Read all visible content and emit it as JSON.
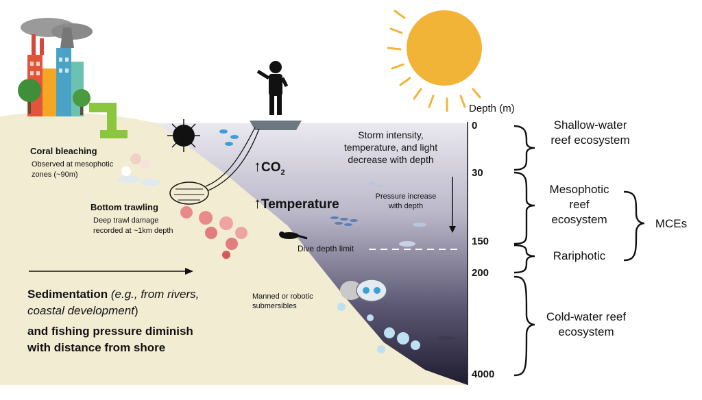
{
  "coast": {
    "coral_bleaching": {
      "title": "Coral bleaching",
      "line1": "Observed at mesophotic",
      "line2": "zones  (~90m)"
    },
    "bottom_trawling": {
      "title": "Bottom trawling",
      "line1": "Deep trawl damage",
      "line2": "recorded at ~1km depth"
    },
    "sedimentation": {
      "bold_lead": "Sedimentation",
      "italic_part": "(e.g., from rivers, coastal development",
      "paren_close": ")",
      "line3": "and fishing pressure diminish",
      "line4": "with distance from shore"
    }
  },
  "water": {
    "co2_prefix": "↑",
    "co2_label": "CO",
    "co2_sub": "2",
    "temp_prefix": "↑",
    "temp_label": "Temperature",
    "storm": {
      "line1": "Storm intensity,",
      "line2": "temperature, and light",
      "line3": "decrease with depth"
    },
    "pressure": {
      "line1": "Pressure increase",
      "line2": "with depth"
    },
    "dive_limit": "Dive depth limit",
    "submersibles": {
      "line1": "Manned or robotic",
      "line2": "submersibles"
    }
  },
  "depth_axis": {
    "title": "Depth (m)",
    "ticks": [
      "0",
      "30",
      "150",
      "200",
      "4000"
    ]
  },
  "zones": {
    "shallow": {
      "line1": "Shallow-water",
      "line2": "reef ecosystem"
    },
    "mesophotic": {
      "line1": "Mesophotic",
      "line2": "reef",
      "line3": "ecosystem"
    },
    "rariphotic": "Rariphotic",
    "mces": "MCEs",
    "cold": {
      "line1": "Cold-water reef",
      "line2": "ecosystem"
    }
  },
  "colors": {
    "sand": "#f2ecd3",
    "water_top": "#e6e4ec",
    "water_bottom": "#262338",
    "sun": "#f1b436",
    "pipe": "#8cc63f"
  }
}
